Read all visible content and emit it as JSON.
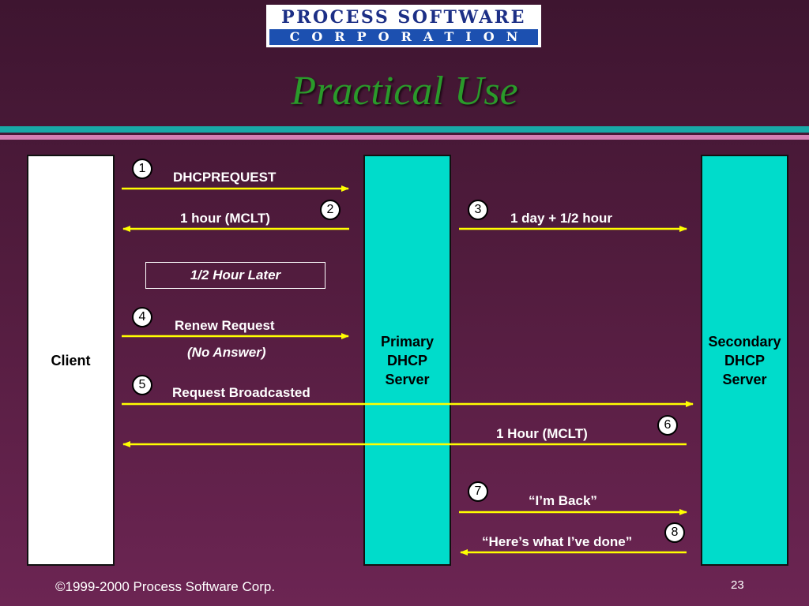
{
  "logo": {
    "top_text": "PROCESS SOFTWARE",
    "bottom_text": "CORPORATION"
  },
  "title": "Practical Use",
  "entities": {
    "client": "Client",
    "primary": "Primary\nDHCP\nServer",
    "secondary": "Secondary\nDHCP\nServer"
  },
  "steps": {
    "s1": "1",
    "s2": "2",
    "s3": "3",
    "s4": "4",
    "s5": "5",
    "s6": "6",
    "s7": "7",
    "s8": "8"
  },
  "messages": {
    "dhcprequest": "DHCPREQUEST",
    "one_hour_mclt": "1 hour (MCLT)",
    "one_day_half_hour": "1 day + 1/2 hour",
    "half_hour_later": "1/2 Hour Later",
    "renew_request": "Renew Request",
    "no_answer": "(No Answer)",
    "request_broadcasted": "Request Broadcasted",
    "one_hour_mclt_2": "1 Hour (MCLT)",
    "im_back": "“I’m Back”",
    "heres_what": "“Here’s what I’ve done”"
  },
  "footer": {
    "copyright": "©1999-2000 Process Software Corp.",
    "page_number": "23"
  },
  "colors": {
    "arrow": "#ffff00",
    "server_fill": "#00dccb",
    "title": "#2a9a2a",
    "accent_rule": "#18a9a7"
  }
}
